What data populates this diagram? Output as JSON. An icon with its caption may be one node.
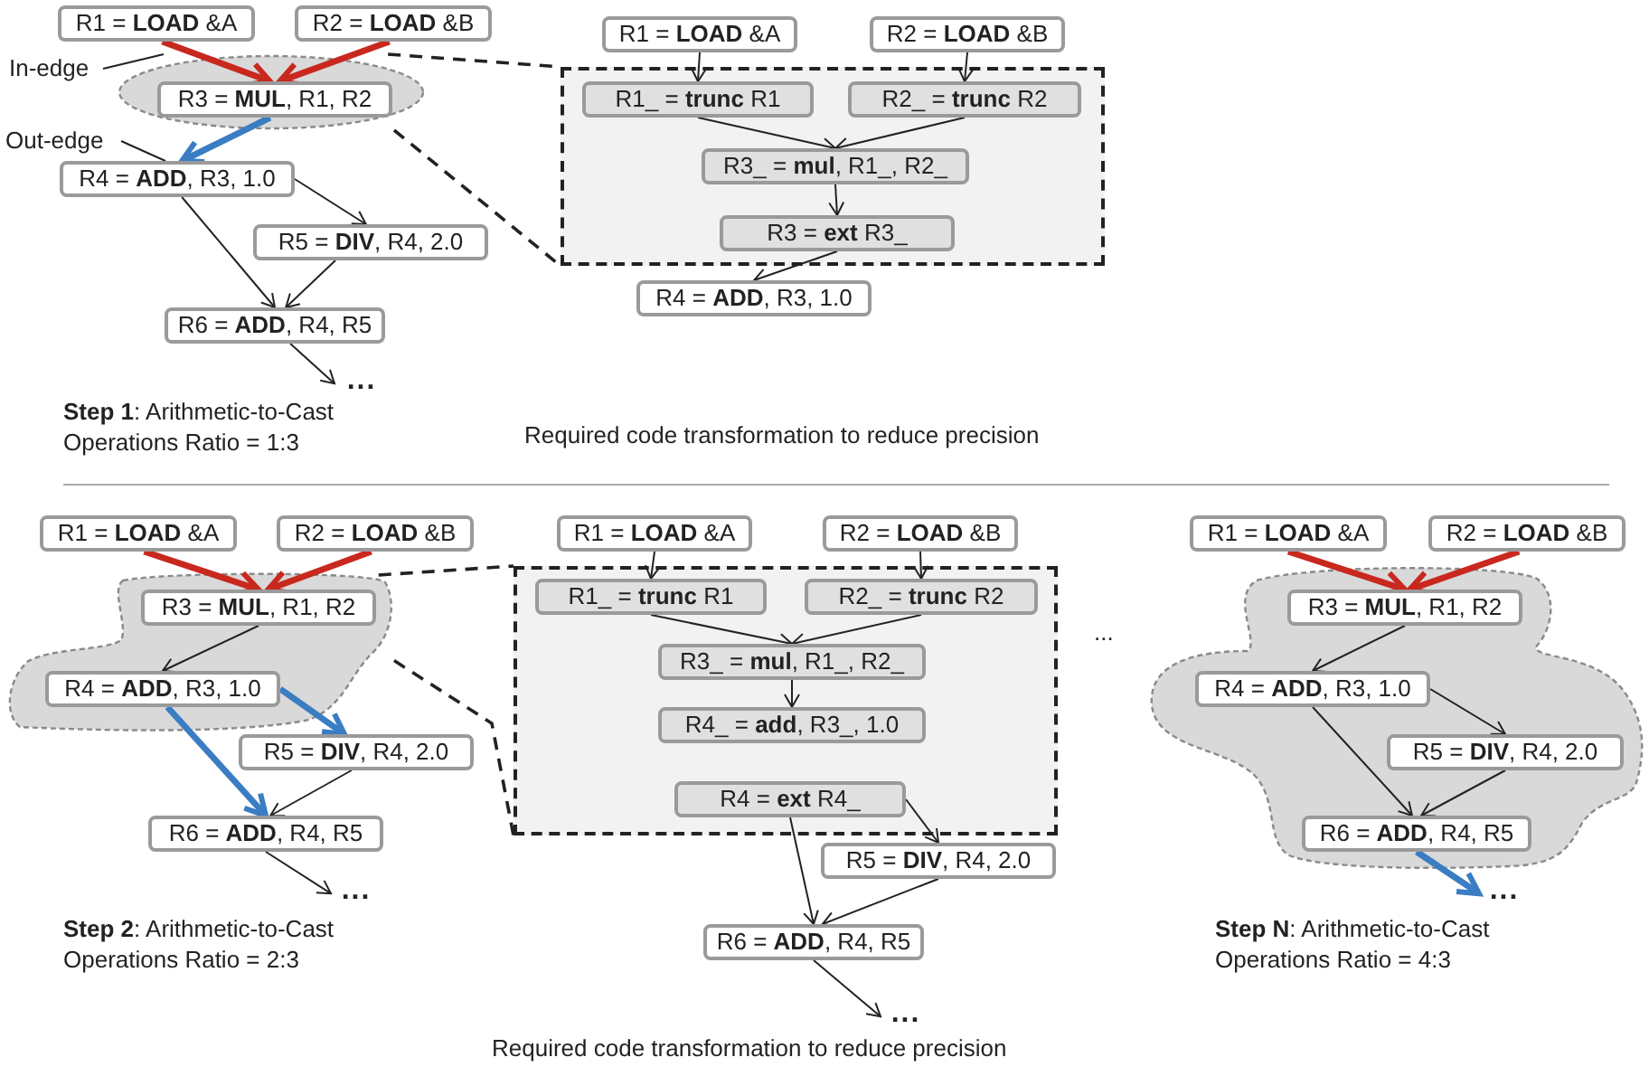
{
  "diagram": {
    "nodes": [
      {
        "text": [
          "R1 = **LOAD** &A"
        ]
      },
      {
        "text": [
          "R2 = **LOAD** &B"
        ]
      },
      {
        "text": [
          "In-edge"
        ]
      },
      {
        "text": [],
        "shape": "cloud"
      },
      {
        "text": [
          "R3 = **MUL**, R1, R2"
        ],
        "in": 3
      },
      {
        "text": [
          "Out-edge"
        ]
      },
      {
        "text": [
          "R4 = **ADD**, R3, 1.0"
        ]
      },
      {
        "text": [
          "R5 = **DIV**, R4, 2.0"
        ]
      },
      {
        "text": [
          "R6 = **ADD**, R4, R5"
        ]
      },
      {
        "text": [
          "..."
        ]
      },
      {
        "text": [
          "R1 = **LOAD** &A"
        ]
      },
      {
        "text": [
          "R2 = **LOAD** &B"
        ]
      },
      {
        "text": [],
        "shape": "box"
      },
      {
        "text": [
          "R1_ = **trunc** R1"
        ],
        "in": 12
      },
      {
        "text": [
          "R2_ = **trunc** R2"
        ],
        "in": 12
      },
      {
        "text": [
          "R3_ = **mul**, R1_, R2_"
        ],
        "in": 12
      },
      {
        "text": [
          "R3 = **ext** R3_"
        ],
        "in": 12
      },
      {
        "text": [
          "R4 = **ADD**, R3, 1.0"
        ]
      },
      {
        "text": [
          "R1 = **LOAD** &A"
        ]
      },
      {
        "text": [
          "R2 = **LOAD** &B"
        ]
      },
      {
        "text": [],
        "shape": "cloud"
      },
      {
        "text": [
          "R3 = **MUL**, R1, R2"
        ],
        "in": 20
      },
      {
        "text": [
          "R4 = **ADD**, R3, 1.0"
        ],
        "in": 20
      },
      {
        "text": [
          "R5 = **DIV**, R4, 2.0"
        ]
      },
      {
        "text": [
          "R6 = **ADD**, R4, R5"
        ]
      },
      {
        "text": [
          "..."
        ]
      },
      {
        "text": [
          "R1 = **LOAD** &A"
        ]
      },
      {
        "text": [
          "R2 = **LOAD** &B"
        ]
      },
      {
        "text": [],
        "shape": "box"
      },
      {
        "text": [
          "R1_ = **trunc** R1"
        ],
        "in": 28
      },
      {
        "text": [
          "R2_ = **trunc** R2"
        ],
        "in": 28
      },
      {
        "text": [
          "R3_ = **mul**, R1_, R2_"
        ],
        "in": 28
      },
      {
        "text": [
          "R4_ = **add**, R3_, 1.0"
        ],
        "in": 28
      },
      {
        "text": [
          "R4 = **ext** R4_"
        ],
        "in": 28
      },
      {
        "text": [
          "R5 = **DIV**, R4, 2.0"
        ]
      },
      {
        "text": [
          "R6 = **ADD**, R4, R5"
        ]
      },
      {
        "text": [
          "..."
        ]
      },
      {
        "text": [
          "R1 = **LOAD** &A"
        ]
      },
      {
        "text": [
          "R2 = **LOAD** &B"
        ]
      },
      {
        "text": [],
        "shape": "cloud"
      },
      {
        "text": [
          "R3 = **MUL**, R1, R2"
        ],
        "in": 39
      },
      {
        "text": [
          "R4 = **ADD**, R3, 1.0"
        ],
        "in": 39
      },
      {
        "text": [
          "R5 = **DIV**, R4, 2.0"
        ],
        "in": 39
      },
      {
        "text": [
          "R6 = **ADD**, R4, R5"
        ],
        "in": 39
      },
      {
        "text": [
          "..."
        ]
      }
    ],
    "edges": [
      {
        "from": 0,
        "to": 4,
        "arrow": "to",
        "style": "thick",
        "color": "#c8281e"
      },
      {
        "from": 1,
        "to": 4,
        "arrow": "to",
        "style": "thick",
        "color": "#c8281e"
      },
      {
        "from": 2,
        "to": 3,
        "arrow": "none"
      },
      {
        "from": 4,
        "to": 6,
        "arrow": "to",
        "style": "thick",
        "color": "#3a7dc2"
      },
      {
        "from": 5,
        "to": 6,
        "arrow": "none"
      },
      {
        "from": 6,
        "to": 7,
        "arrow": "to"
      },
      {
        "from": 6,
        "to": 8,
        "arrow": "to"
      },
      {
        "from": 7,
        "to": 8,
        "arrow": "to"
      },
      {
        "from": 8,
        "to": 9,
        "arrow": "to"
      },
      {
        "from": 3,
        "to": 12,
        "arrow": "none",
        "style": "dashed"
      },
      {
        "from": 3,
        "to": 12,
        "arrow": "none",
        "style": "dashed"
      },
      {
        "from": 10,
        "to": 13,
        "arrow": "to"
      },
      {
        "from": 11,
        "to": 14,
        "arrow": "to"
      },
      {
        "from": 13,
        "to": 15,
        "arrow": "to"
      },
      {
        "from": 14,
        "to": 15,
        "arrow": "to"
      },
      {
        "from": 15,
        "to": 16,
        "arrow": "to"
      },
      {
        "from": 16,
        "to": 17,
        "arrow": "to"
      },
      {
        "from": 18,
        "to": 21,
        "arrow": "to",
        "style": "thick",
        "color": "#c8281e"
      },
      {
        "from": 19,
        "to": 21,
        "arrow": "to",
        "style": "thick",
        "color": "#c8281e"
      },
      {
        "from": 21,
        "to": 22,
        "arrow": "to"
      },
      {
        "from": 22,
        "to": 23,
        "arrow": "to",
        "style": "thick",
        "color": "#3a7dc2"
      },
      {
        "from": 22,
        "to": 24,
        "arrow": "to",
        "style": "thick",
        "color": "#3a7dc2"
      },
      {
        "from": 23,
        "to": 24,
        "arrow": "to"
      },
      {
        "from": 24,
        "to": 25,
        "arrow": "to"
      },
      {
        "from": 20,
        "to": 28,
        "arrow": "none",
        "style": "dashed"
      },
      {
        "from": 20,
        "to": 28,
        "arrow": "none",
        "style": "dashed"
      },
      {
        "from": 26,
        "to": 29,
        "arrow": "to"
      },
      {
        "from": 27,
        "to": 30,
        "arrow": "to"
      },
      {
        "from": 29,
        "to": 31,
        "arrow": "to"
      },
      {
        "from": 30,
        "to": 31,
        "arrow": "to"
      },
      {
        "from": 31,
        "to": 32,
        "arrow": "to"
      },
      {
        "from": 33,
        "to": 35,
        "arrow": "to"
      },
      {
        "from": 33,
        "to": 34,
        "arrow": "to"
      },
      {
        "from": 34,
        "to": 35,
        "arrow": "to"
      },
      {
        "from": 35,
        "to": 36,
        "arrow": "to"
      },
      {
        "from": 37,
        "to": 40,
        "arrow": "to",
        "style": "thick",
        "color": "#c8281e"
      },
      {
        "from": 38,
        "to": 40,
        "arrow": "to",
        "style": "thick",
        "color": "#c8281e"
      },
      {
        "from": 40,
        "to": 41,
        "arrow": "to"
      },
      {
        "from": 41,
        "to": 42,
        "arrow": "to"
      },
      {
        "from": 41,
        "to": 43,
        "arrow": "to"
      },
      {
        "from": 42,
        "to": 43,
        "arrow": "to"
      },
      {
        "from": 43,
        "to": 44,
        "arrow": "to",
        "style": "thick",
        "color": "#3a7dc2"
      }
    ],
    "labels": [
      "**Step 1**: Arithmetic-to-Cast",
      "Operations Ratio = 1:3",
      "Required code transformation to reduce precision",
      "...",
      "**Step 2**: Arithmetic-to-Cast",
      "Operations Ratio = 2:3",
      "**Step N**: Arithmetic-to-Cast",
      "Operations Ratio = 4:3",
      "Required code transformation to reduce precision"
    ]
  }
}
